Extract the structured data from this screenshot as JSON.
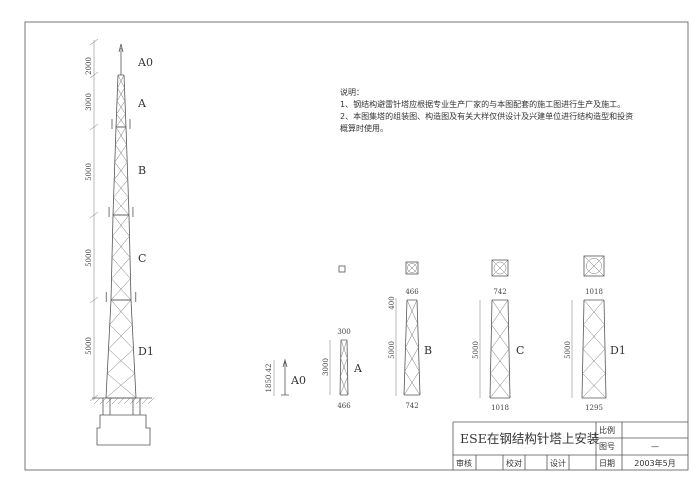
{
  "notes": {
    "heading": "说明：",
    "lines": [
      "1、钢结构避雷针塔应根据专业生产厂家的与本图配套的施工图进行生产及施工。",
      "2、本图集塔的组装图、构造图及有关大样仅供设计及兴建单位进行结构造型和投资",
      "概算时使用。"
    ]
  },
  "main_tower": {
    "sections": [
      "A0",
      "A",
      "B",
      "C",
      "D1"
    ],
    "dims": [
      "2000",
      "3000",
      "5000",
      "5000",
      "5000"
    ]
  },
  "parts": {
    "a0": {
      "label": "A0",
      "height": "1850.42"
    },
    "a": {
      "label": "A",
      "top": "300",
      "height": "3000",
      "bottom": "466"
    },
    "b": {
      "label": "B",
      "top": "466",
      "splice": "400",
      "height": "5000",
      "bottom": "742"
    },
    "c": {
      "label": "C",
      "top": "742",
      "height": "5000",
      "bottom": "1018"
    },
    "d1": {
      "label": "D1",
      "top": "1018",
      "height": "5000",
      "bottom": "1295"
    }
  },
  "title_block": {
    "title": "ESE在钢结构针塔上安装",
    "scale_label": "比例",
    "scale_value": "",
    "drawing_no_label": "图号",
    "drawing_no_value": "—",
    "review_label": "审核",
    "check_label": "校对",
    "design_label": "设计",
    "date_label": "日期",
    "date_value": "2003年5月"
  }
}
